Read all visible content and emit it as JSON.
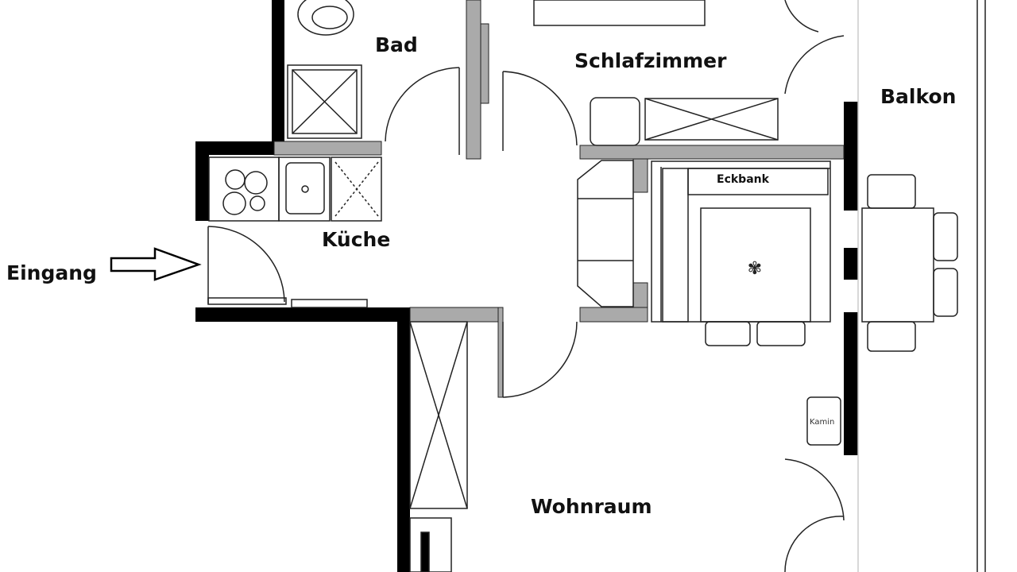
{
  "rooms": {
    "bad": "Bad",
    "schlafzimmer": "Schlafzimmer",
    "balkon": "Balkon",
    "kueche": "Küche",
    "eingang": "Eingang",
    "wohnraum": "Wohnraum"
  },
  "furniture": {
    "eckbank": "Eckbank",
    "kamin": "Kamin"
  },
  "colors": {
    "wall_exterior": "#000000",
    "wall_interior": "#a9a9a9",
    "line": "#222222"
  }
}
